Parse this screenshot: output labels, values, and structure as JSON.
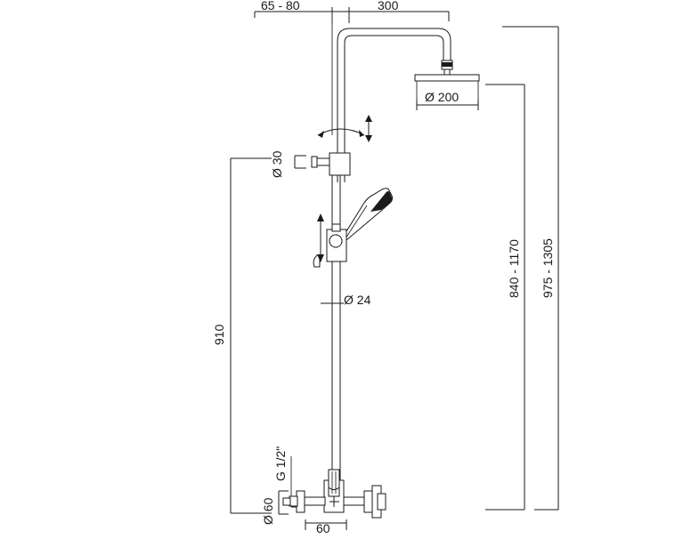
{
  "drawing": {
    "title": "Shower column technical dimension drawing",
    "units": "mm",
    "line_color": "#1a1a1a",
    "background_color": "#ffffff"
  },
  "dimensions": {
    "top_left": "65 - 80",
    "top_right": "300",
    "shower_head_diameter": "Ø 200",
    "diverter_diameter": "Ø 30",
    "riser_diameter": "Ø 24",
    "riser_height": "910",
    "height_range_inner": "840 - 1170",
    "height_range_outer": "975 - 1305",
    "inlet_thread": "G 1/2\"",
    "inlet_cover_diameter": "Ø 60",
    "inlet_spacing": "60"
  },
  "components": {
    "shower_head": "overhead-rain-shower-head",
    "riser_pipe": "vertical-riser-pipe",
    "top_elbow": "top-curved-shower-arm",
    "diverter": "diverter-valve-body",
    "hand_shower": "hand-shower-wand",
    "slide_bracket": "sliding-handshower-bracket",
    "mixer_valve": "bottom-mixer-valve-with-cross-handles"
  },
  "annotations": {
    "rotation_symbol": "rotation-arrow-about-riser-axis",
    "vertical_arrow_top": "vertical-adjustment-arrow-upper",
    "vertical_arrow_bracket": "vertical-slide-arrow-bracket"
  }
}
